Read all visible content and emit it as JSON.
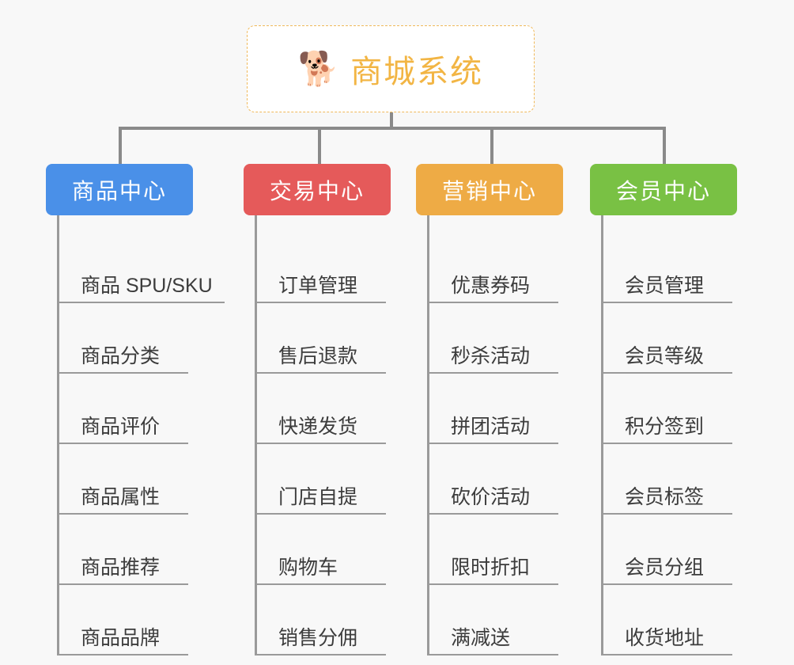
{
  "canvas": {
    "background": "#f8f8f8",
    "connector_color": "#8a8a8a"
  },
  "root": {
    "icon": "shiba-dog-face-emoji",
    "emoji": "🐕",
    "title": "商城系统",
    "title_color": "#f2b544",
    "border_color": "#f0b95a",
    "border_style": "dashed",
    "background": "#ffffff"
  },
  "columns": [
    {
      "id": "product-center",
      "label": "商品中心",
      "color": "#4a90e8",
      "items": [
        "商品 SPU/SKU",
        "商品分类",
        "商品评价",
        "商品属性",
        "商品推荐",
        "商品品牌"
      ]
    },
    {
      "id": "trade-center",
      "label": "交易中心",
      "color": "#e55a5a",
      "items": [
        "订单管理",
        "售后退款",
        "快递发货",
        "门店自提",
        "购物车",
        "销售分佣"
      ]
    },
    {
      "id": "marketing-center",
      "label": "营销中心",
      "color": "#eeab45",
      "items": [
        "优惠券码",
        "秒杀活动",
        "拼团活动",
        "砍价活动",
        "限时折扣",
        "满减送"
      ]
    },
    {
      "id": "member-center",
      "label": "会员中心",
      "color": "#79c144",
      "items": [
        "会员管理",
        "会员等级",
        "积分签到",
        "会员标签",
        "会员分组",
        "收货地址"
      ]
    }
  ]
}
